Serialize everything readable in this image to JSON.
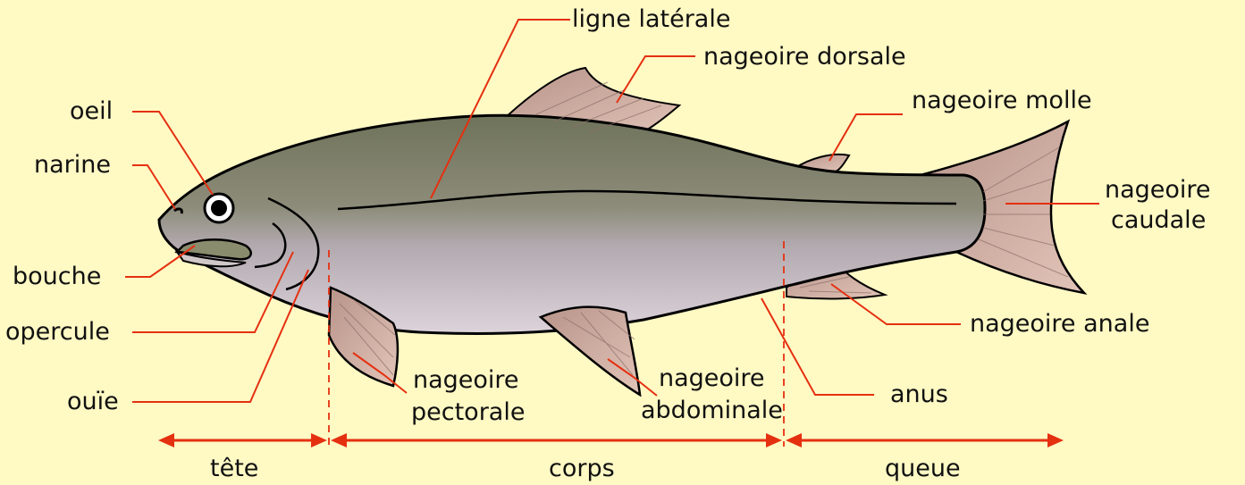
{
  "labels": {
    "ligne_laterale": "ligne latérale",
    "nageoire_dorsale": "nageoire dorsale",
    "nageoire_molle": "nageoire molle",
    "nageoire_caudale_1": "nageoire",
    "nageoire_caudale_2": "caudale",
    "oeil": "oeil",
    "narine": "narine",
    "bouche": "bouche",
    "opercule": "opercule",
    "ouie": "ouïe",
    "nageoire_pectorale_1": "nageoire",
    "nageoire_pectorale_2": "pectorale",
    "nageoire_abdominale_1": "nageoire",
    "nageoire_abdominale_2": "abdominale",
    "anus": "anus",
    "nageoire_anale": "nageoire anale"
  },
  "regions": {
    "tete": "tête",
    "corps": "corps",
    "queue": "queue"
  },
  "colors": {
    "background": "#fff9c4",
    "leader_line": "#e53010",
    "body_top": "#7b7e66",
    "body_belly": "#d8cfd6",
    "fin": "#caa49a",
    "outline": "#000000"
  }
}
